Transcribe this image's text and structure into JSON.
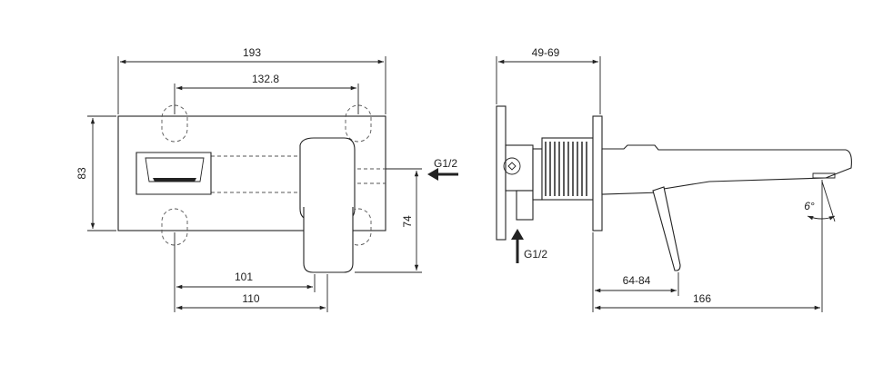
{
  "front_view": {
    "dim_overall_width": "193",
    "dim_hole_spacing": "132.8",
    "dim_plate_height": "83",
    "dim_lever_drop": "74",
    "dim_lever_101": "101",
    "dim_lever_110": "110",
    "inlet_label": "G1/2"
  },
  "side_view": {
    "dim_depth_range": "49-69",
    "dim_projection_range": "64-84",
    "dim_spout_reach": "166",
    "angle_label": "6°",
    "inlet_label": "G1/2"
  },
  "colors": {
    "line": "#222222",
    "hidden_line": "#555555",
    "background": "#ffffff"
  }
}
